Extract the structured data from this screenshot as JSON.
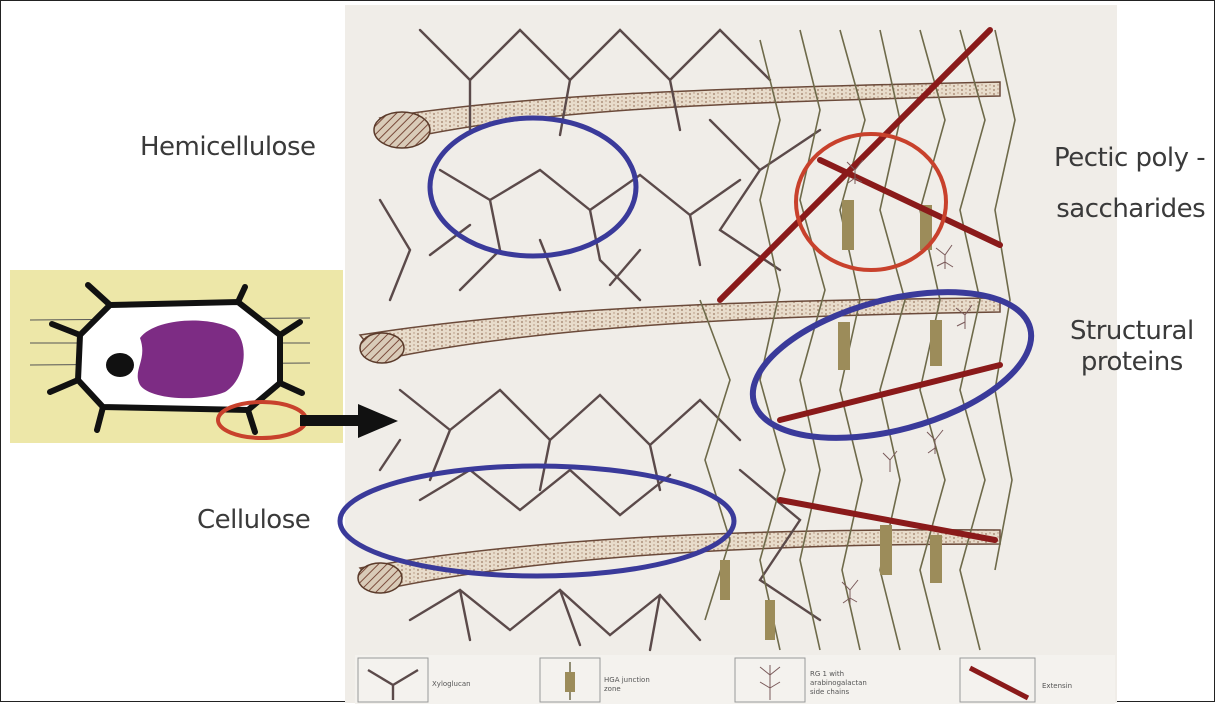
{
  "labels": {
    "hemicellulose": "Hemicellulose",
    "cellulose": "Cellulose",
    "pectic_line1": "Pectic poly -",
    "pectic_line2": "saccharides",
    "structural_line1": "Structural",
    "structural_line2": "proteins"
  },
  "legend": {
    "item1": "Xyloglucan",
    "item2_line1": "HGA junction",
    "item2_line2": "zone",
    "item3_line1": "RG 1 with",
    "item3_line2": "arabinogalactan",
    "item3_line3": "side chains",
    "item4": "Extensin"
  },
  "colors": {
    "highlight_blue": "#3a3a9a",
    "highlight_red": "#c8412c",
    "inset_background": "#ede7a8",
    "nucleus": "#7d2c84",
    "extensin": "#8a1a1a"
  }
}
